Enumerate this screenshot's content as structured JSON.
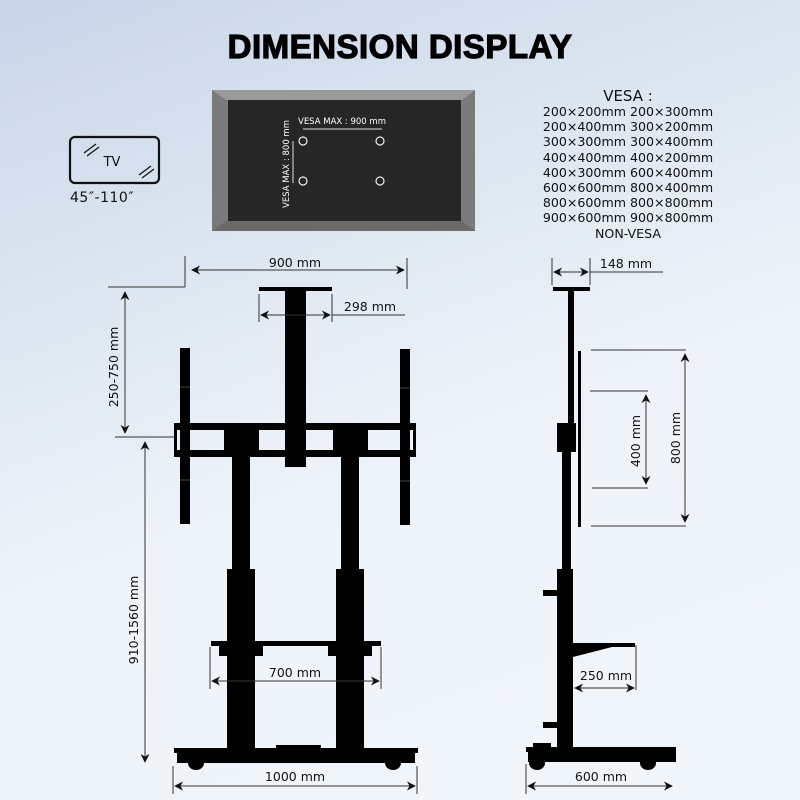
{
  "title": "DIMENSION DISPLAY",
  "tv_icon": {
    "label": "TV",
    "size_range": "45″-110″"
  },
  "mount_plate": {
    "vesa_max_horizontal": "VESA MAX : 900 mm",
    "vesa_max_vertical": "VESA MAX : 800 mm"
  },
  "vesa": {
    "heading": "VESA :",
    "sizes": [
      [
        "200×200mm",
        "200×300mm"
      ],
      [
        "200×400mm",
        "300×200mm"
      ],
      [
        "300×300mm",
        "300×400mm"
      ],
      [
        "400×400mm",
        "400×200mm"
      ],
      [
        "400×300mm",
        "600×400mm"
      ],
      [
        "600×600mm",
        "800×400mm"
      ],
      [
        "800×600mm",
        "800×800mm"
      ],
      [
        "900×600mm",
        "900×800mm"
      ]
    ],
    "footer": "NON-VESA"
  },
  "front_view": {
    "width_top": "900 mm",
    "top_bracket": "298 mm",
    "height_adjust": "250-750 mm",
    "total_height": "910-1560 mm",
    "shelf_width": "700 mm",
    "base_width": "1000 mm"
  },
  "side_view": {
    "top_depth": "148 mm",
    "bracket_inner": "400 mm",
    "bracket_outer": "800 mm",
    "shelf_depth": "250 mm",
    "base_depth": "600 mm"
  },
  "colors": {
    "stand": "#000000",
    "plate_frame": "#7a7a7a",
    "plate_face": "#262626",
    "dimension_line": "#333333"
  }
}
